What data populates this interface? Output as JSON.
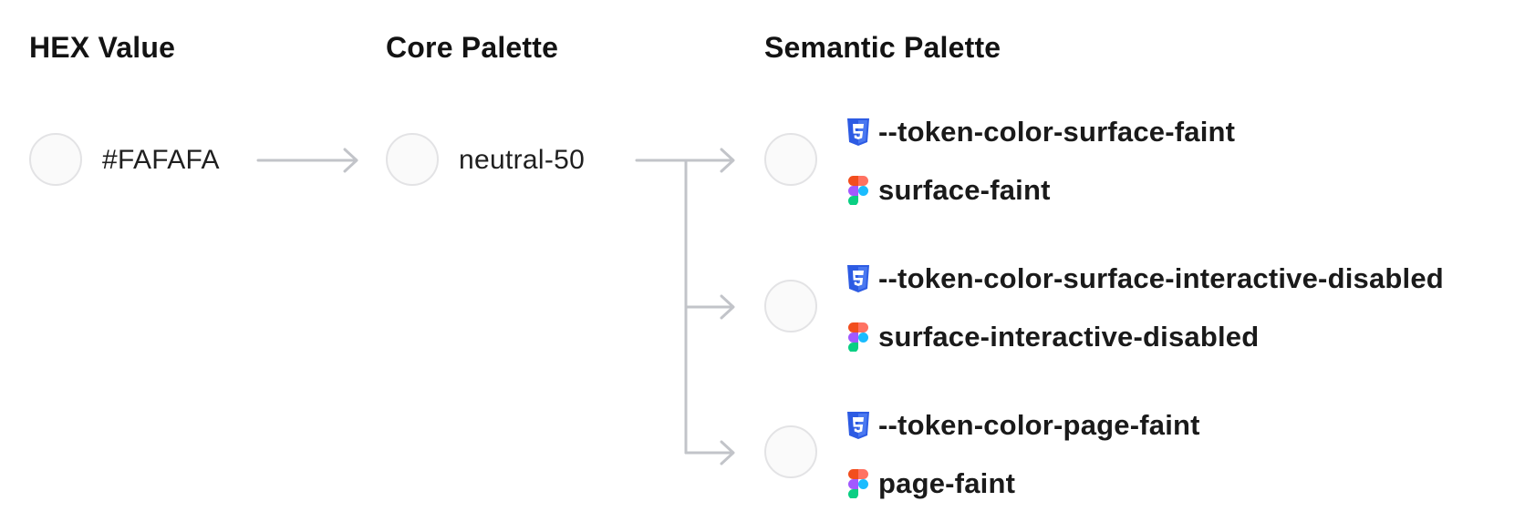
{
  "headings": {
    "hex": "HEX Value",
    "core": "Core Palette",
    "semantic": "Semantic Palette"
  },
  "swatch_color": "#FAFAFA",
  "hex_value": "#FAFAFA",
  "core_token": "neutral-50",
  "semantic_groups": [
    {
      "css_token": "--token-color-surface-faint",
      "figma_token": "surface-faint",
      "css_icon": "css3-icon",
      "figma_icon": "figma-icon"
    },
    {
      "css_token": "--token-color-surface-interactive-disabled",
      "figma_token": "surface-interactive-disabled",
      "css_icon": "css3-icon",
      "figma_icon": "figma-icon"
    },
    {
      "css_token": "--token-color-page-faint",
      "figma_token": "page-faint",
      "css_icon": "css3-icon",
      "figma_icon": "figma-icon"
    }
  ],
  "colors": {
    "connector": "#c2c4c9",
    "swatch_border": "#e3e3e5",
    "css_icon": "#2d5be3"
  }
}
